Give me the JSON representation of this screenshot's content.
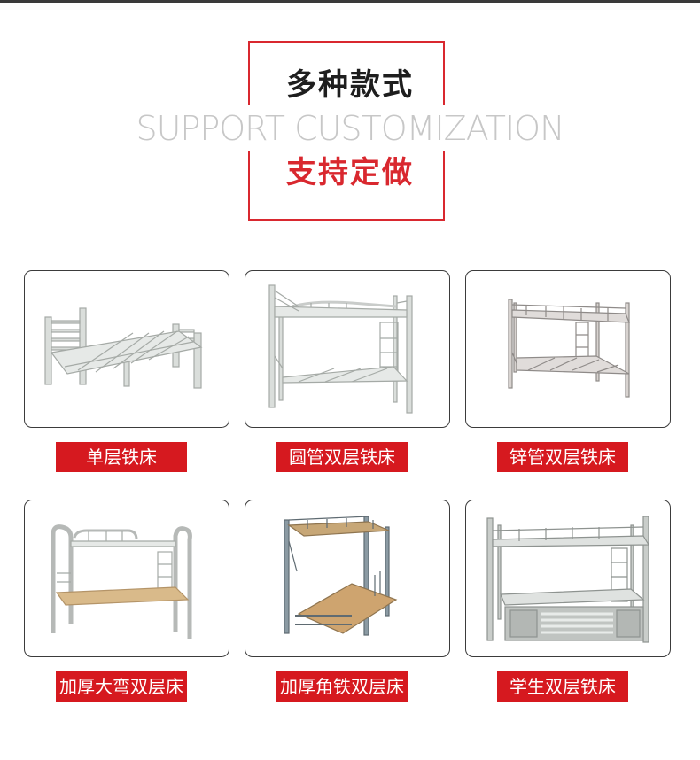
{
  "header": {
    "title": "多种款式",
    "subtitle": "SUPPORT CUSTOMIZATION",
    "tagline": "支持定做",
    "accent_color": "#d9282f"
  },
  "products": [
    {
      "label": "单层铁床",
      "icon": "single-iron-bed"
    },
    {
      "label": "圆管双层铁床",
      "icon": "round-tube-bunk-bed"
    },
    {
      "label": "锌管双层铁床",
      "icon": "zinc-tube-bunk-bed"
    },
    {
      "label": "加厚大弯双层床",
      "icon": "thick-curved-bunk-bed"
    },
    {
      "label": "加厚角铁双层床",
      "icon": "thick-angle-iron-bunk-bed"
    },
    {
      "label": "学生双层铁床",
      "icon": "student-bunk-bed"
    }
  ],
  "colors": {
    "label_background": "#d6191f",
    "label_text": "#ffffff",
    "bed_frame": "#d3d6d4",
    "bed_outline": "#9ea29f",
    "wood_board": "#d8b88a"
  }
}
